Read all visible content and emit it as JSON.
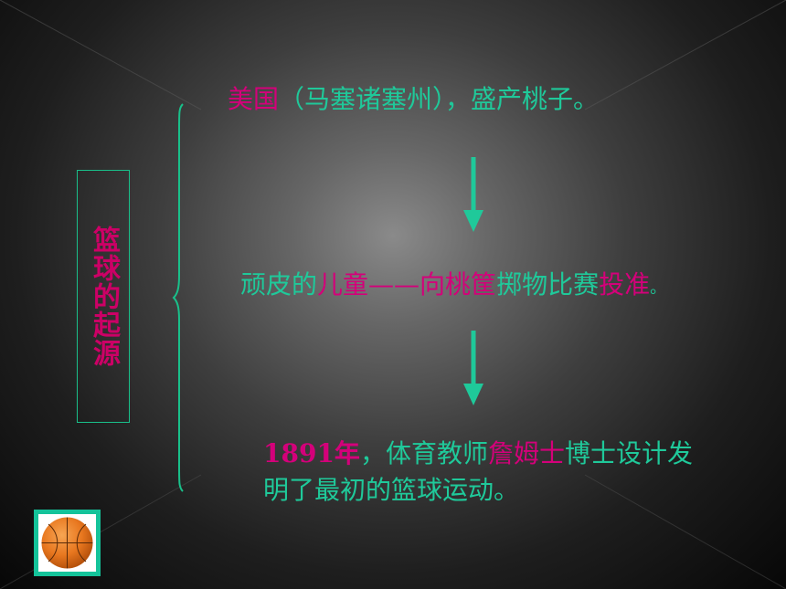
{
  "title": "篮球的起源",
  "line1": {
    "hl": "美国",
    "rest": "（马塞诸塞州），盛产桃子。"
  },
  "line2": {
    "a": "顽皮的",
    "b": "儿童",
    "c": "——向",
    "d": "桃筐",
    "e": "掷物比赛",
    "f": "投准",
    "g": "。"
  },
  "line3": {
    "year": "1891年",
    "a": "，体育教师",
    "name": "詹姆士",
    "b": "博士设计发"
  },
  "line4": {
    "text": "明了最初的篮球运动。"
  },
  "colors": {
    "accent_green": "#1fc99a",
    "highlight": "#d4007a",
    "border": "#19c08a",
    "ball": "#e8771f"
  },
  "icons": {
    "ball": "basketball-icon",
    "brace": "brace-icon",
    "arrows": "arrow-down-icon"
  }
}
